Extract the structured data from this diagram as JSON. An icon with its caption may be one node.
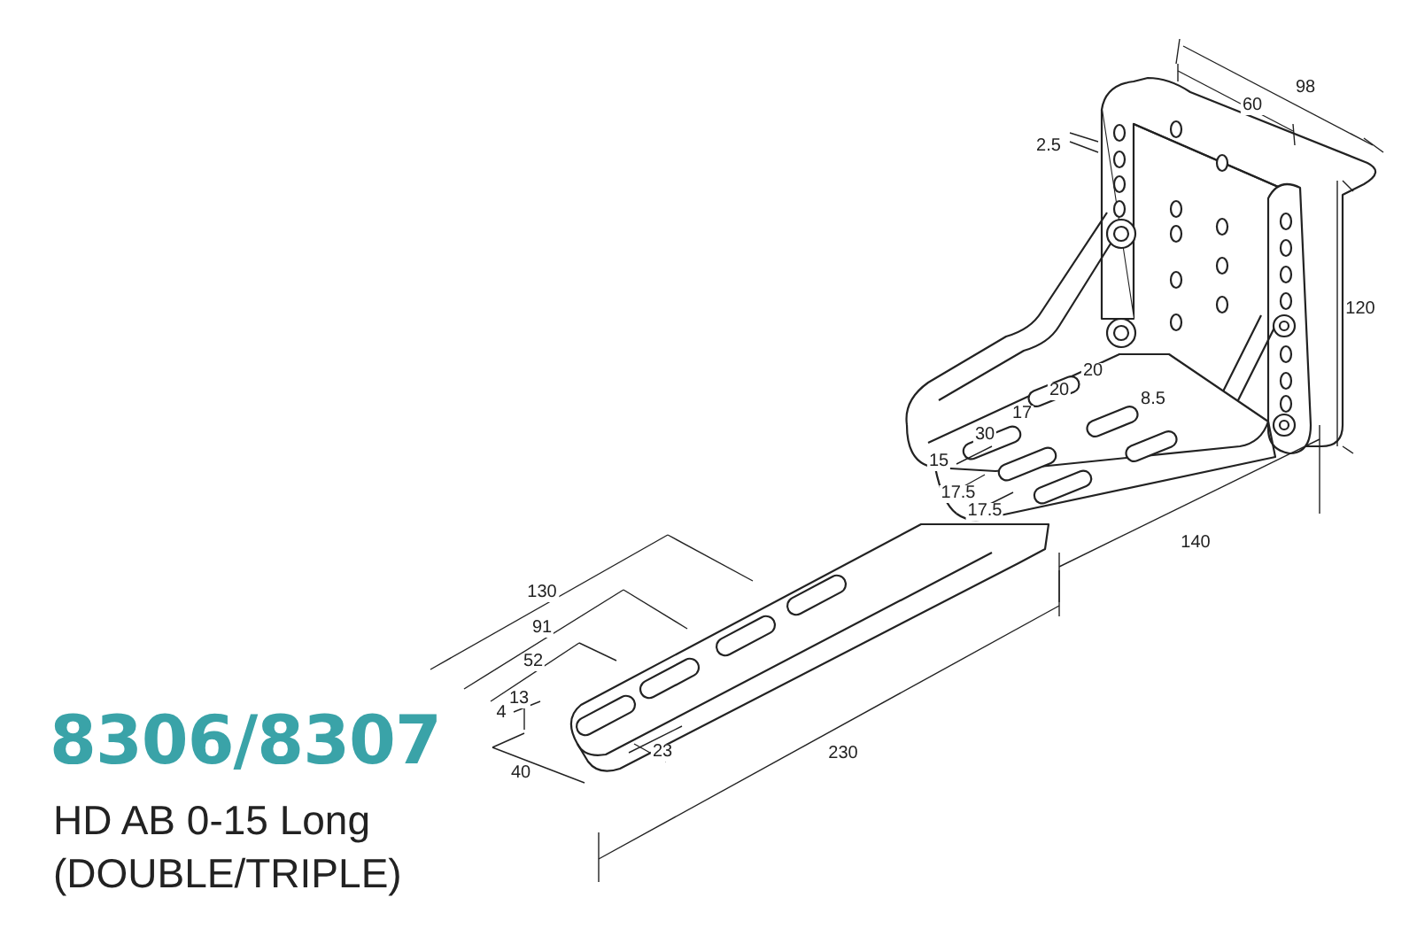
{
  "diagram": {
    "title": "8306/8307",
    "labels": [
      "98",
      "60",
      "2.5",
      "120",
      "20",
      "20",
      "8.5",
      "17",
      "30",
      "15",
      "17.5",
      "17.5",
      "140",
      "130",
      "91",
      "52",
      "13",
      "4",
      "40",
      "23",
      "230",
      "HD AB 0-15 Long",
      "(DOUBLE/TRIPLE)"
    ]
  }
}
